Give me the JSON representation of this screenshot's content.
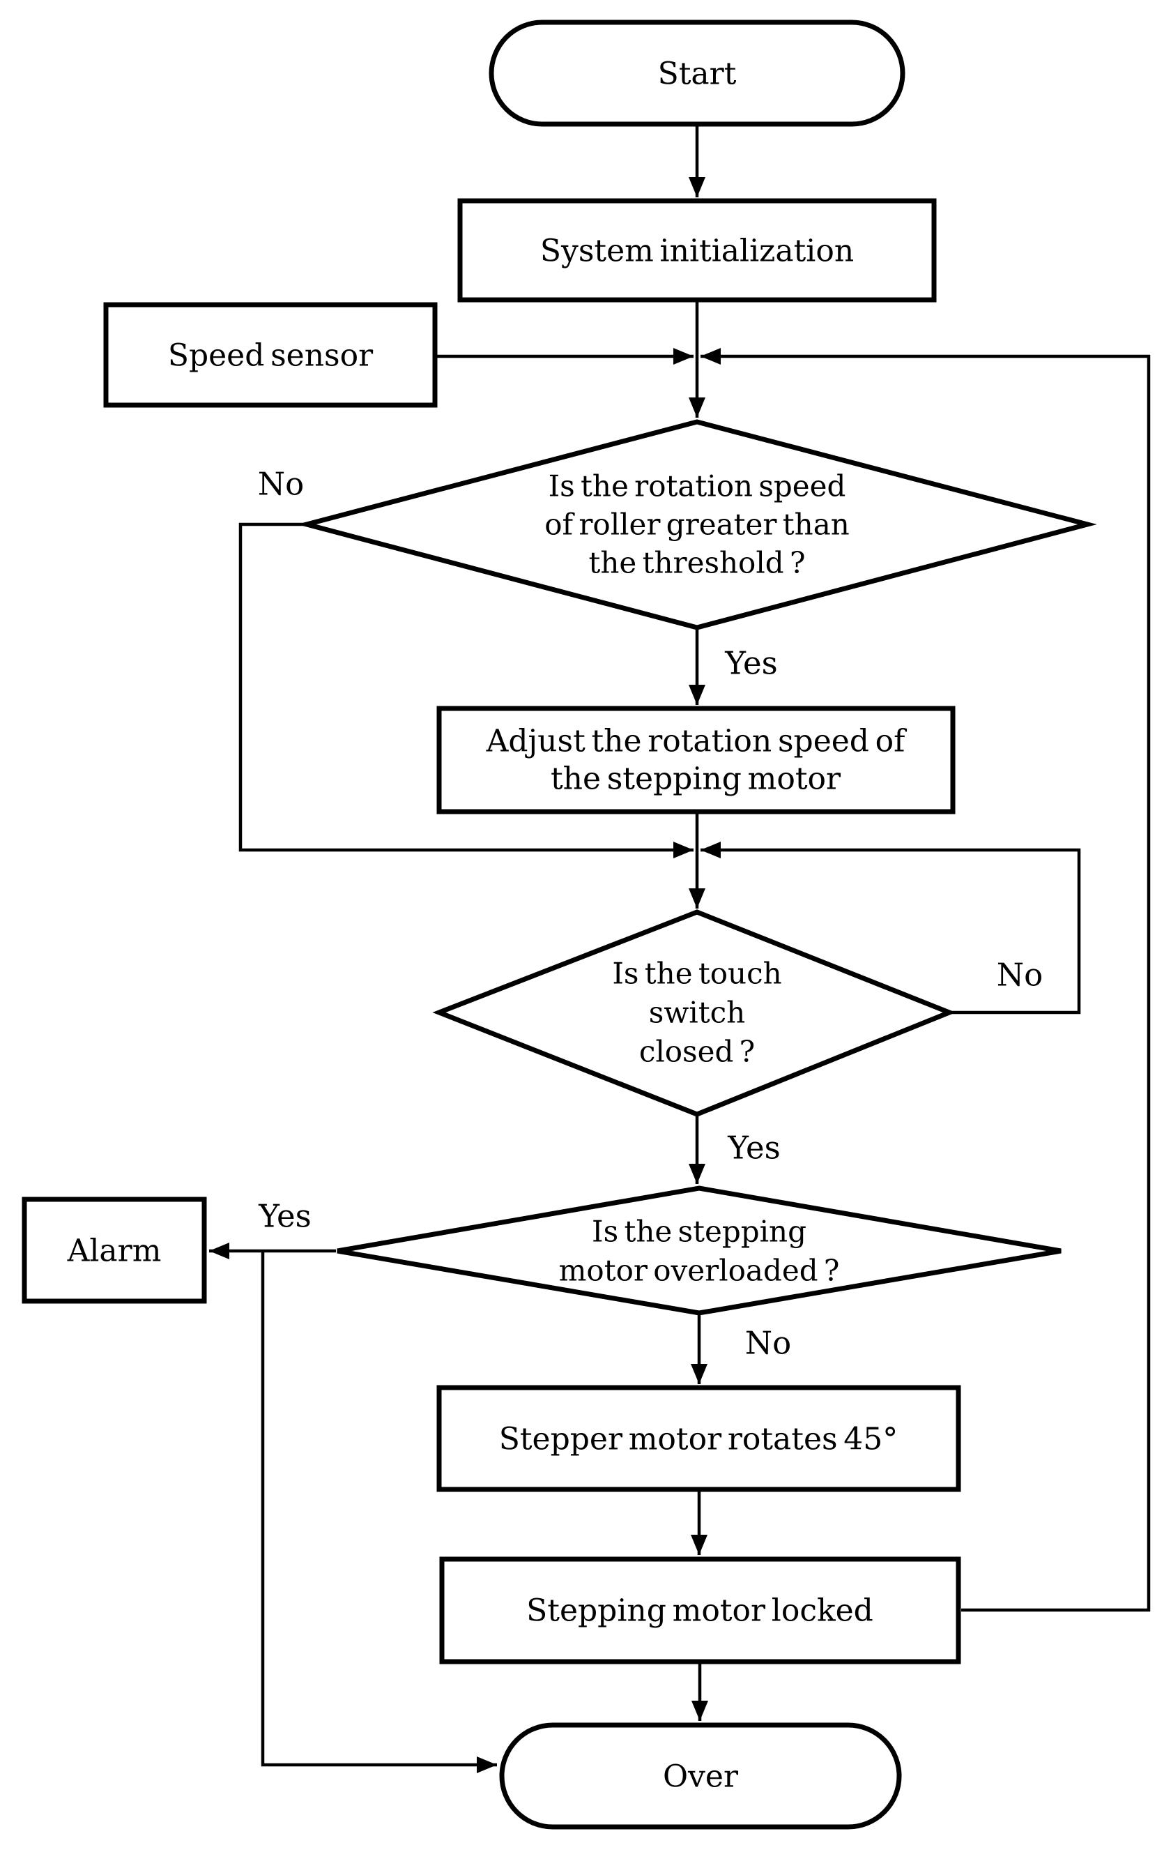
{
  "figure": {
    "type": "flowchart",
    "background_color": "#ffffff",
    "line_color": "#000000",
    "text_color": "#000000",
    "nodes": {
      "start": {
        "label": "Start",
        "shape": "terminator"
      },
      "init": {
        "label": "System initialization",
        "shape": "process"
      },
      "sensor": {
        "label": "Speed sensor",
        "shape": "process"
      },
      "d1": {
        "shape": "decision",
        "lines": [
          "Is the rotation speed",
          "of roller greater than",
          "the threshold ?"
        ]
      },
      "adjust": {
        "shape": "process",
        "lines": [
          "Adjust the rotation speed of",
          "the stepping motor"
        ]
      },
      "d2": {
        "shape": "decision",
        "lines": [
          "Is the touch",
          "switch",
          "closed ?"
        ]
      },
      "d3": {
        "shape": "decision",
        "lines": [
          "Is the stepping",
          "motor overloaded ?"
        ]
      },
      "alarm": {
        "label": "Alarm",
        "shape": "process"
      },
      "rotate": {
        "label": "Stepper motor rotates 45°",
        "shape": "process"
      },
      "locked": {
        "label": "Stepping motor locked",
        "shape": "process"
      },
      "over": {
        "label": "Over",
        "shape": "terminator"
      }
    },
    "edge_labels": {
      "d1_no": "No",
      "d1_yes": "Yes",
      "d2_no": "No",
      "d2_yes": "Yes",
      "d3_yes": "Yes",
      "d3_no": "No"
    }
  }
}
